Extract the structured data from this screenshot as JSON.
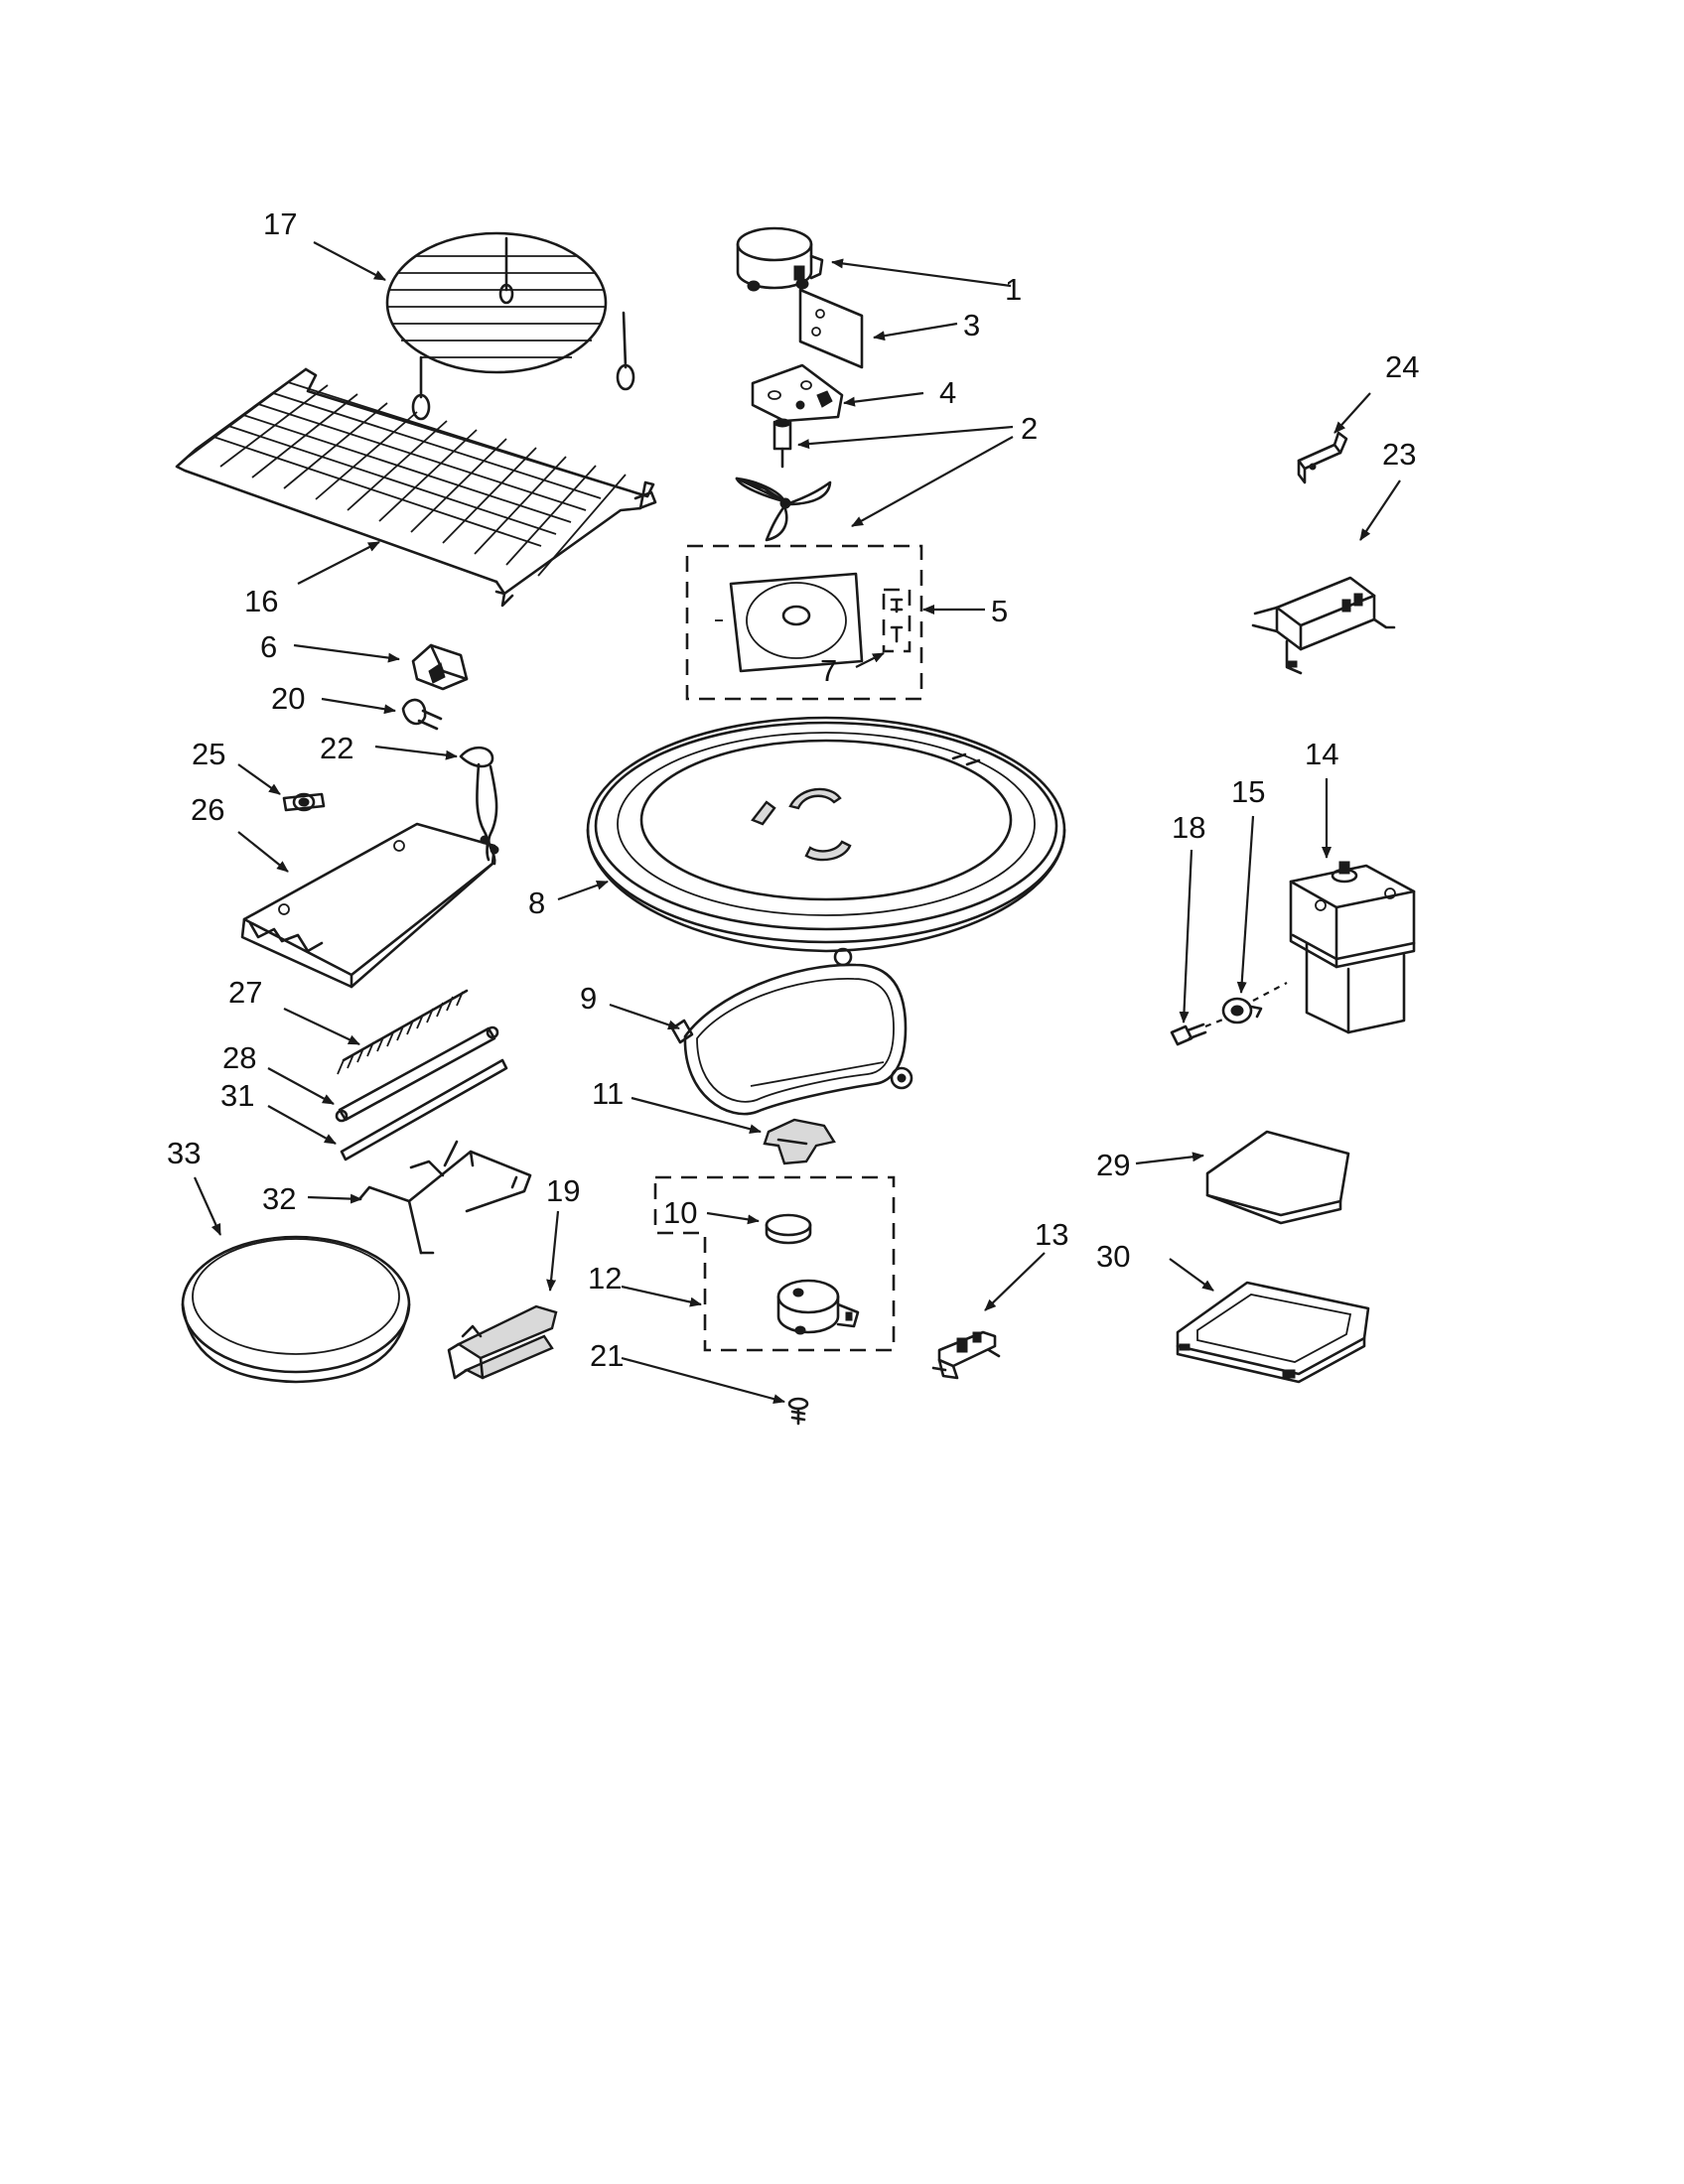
{
  "colors": {
    "ink": "#1a1a1a",
    "background": "#ffffff"
  },
  "callouts": [
    {
      "id": "c17",
      "text": "17"
    },
    {
      "id": "c1",
      "text": "1"
    },
    {
      "id": "c3",
      "text": "3"
    },
    {
      "id": "c24",
      "text": "24"
    },
    {
      "id": "c4",
      "text": "4"
    },
    {
      "id": "c2",
      "text": "2"
    },
    {
      "id": "c23",
      "text": "23"
    },
    {
      "id": "c16",
      "text": "16"
    },
    {
      "id": "c5",
      "text": "5"
    },
    {
      "id": "c6",
      "text": "6"
    },
    {
      "id": "c7",
      "text": "7"
    },
    {
      "id": "c20",
      "text": "20"
    },
    {
      "id": "c14",
      "text": "14"
    },
    {
      "id": "c22",
      "text": "22"
    },
    {
      "id": "c25",
      "text": "25"
    },
    {
      "id": "c15",
      "text": "15"
    },
    {
      "id": "c18",
      "text": "18"
    },
    {
      "id": "c26",
      "text": "26"
    },
    {
      "id": "c8",
      "text": "8"
    },
    {
      "id": "c27",
      "text": "27"
    },
    {
      "id": "c9",
      "text": "9"
    },
    {
      "id": "c28",
      "text": "28"
    },
    {
      "id": "c31",
      "text": "31"
    },
    {
      "id": "c11",
      "text": "11"
    },
    {
      "id": "c33",
      "text": "33"
    },
    {
      "id": "c29",
      "text": "29"
    },
    {
      "id": "c19",
      "text": "19"
    },
    {
      "id": "c32",
      "text": "32"
    },
    {
      "id": "c10",
      "text": "10"
    },
    {
      "id": "c13",
      "text": "13"
    },
    {
      "id": "c30",
      "text": "30"
    },
    {
      "id": "c12",
      "text": "12"
    },
    {
      "id": "c21",
      "text": "21"
    }
  ]
}
